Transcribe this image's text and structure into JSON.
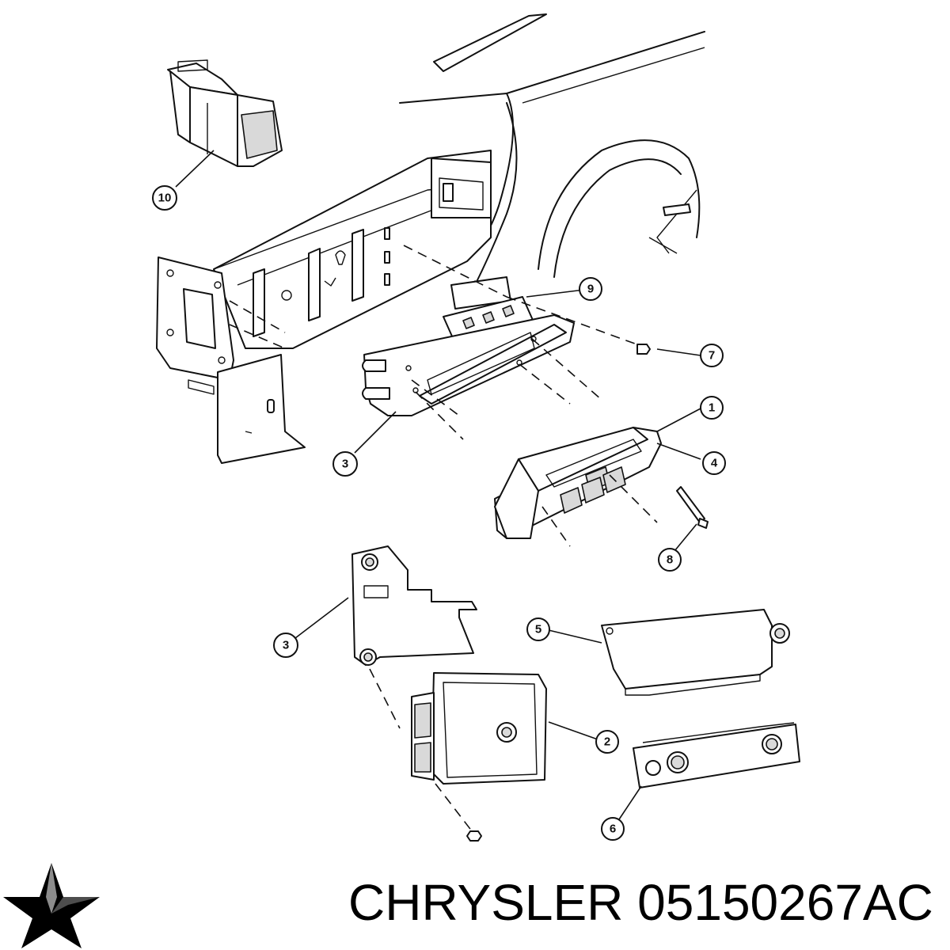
{
  "callouts": [
    {
      "id": "c1",
      "label": "1"
    },
    {
      "id": "c2",
      "label": "2"
    },
    {
      "id": "c3a",
      "label": "3"
    },
    {
      "id": "c3b",
      "label": "3"
    },
    {
      "id": "c4",
      "label": "4"
    },
    {
      "id": "c5",
      "label": "5"
    },
    {
      "id": "c6",
      "label": "6"
    },
    {
      "id": "c7",
      "label": "7"
    },
    {
      "id": "c8",
      "label": "8"
    },
    {
      "id": "c9",
      "label": "9"
    },
    {
      "id": "c10",
      "label": "10"
    }
  ],
  "caption": {
    "brand": "CHRYSLER",
    "part_number": "05150267AC"
  },
  "logo": {
    "icon": "chrysler-pentastar-logo",
    "color": "#000000"
  }
}
